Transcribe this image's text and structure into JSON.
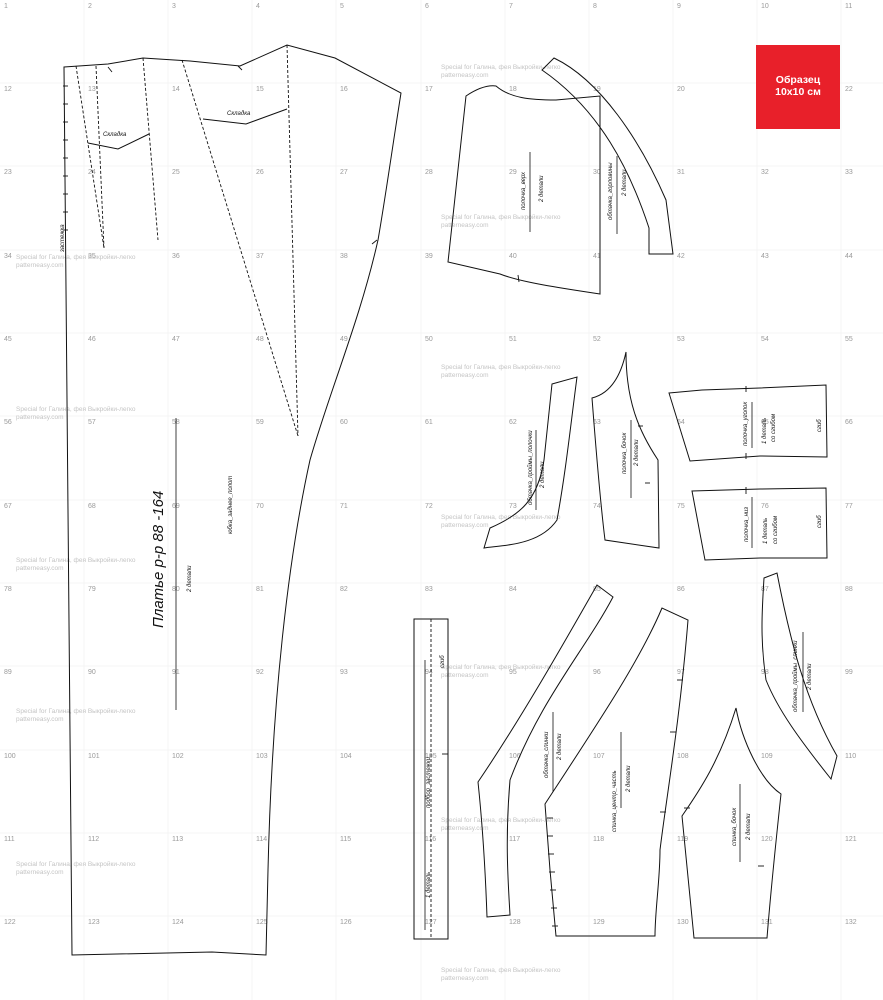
{
  "grid": {
    "numbers": [
      "1",
      "2",
      "3",
      "4",
      "5",
      "6",
      "7",
      "8",
      "9",
      "10",
      "11",
      "12",
      "13",
      "14",
      "15",
      "16",
      "17",
      "18",
      "19",
      "20",
      "21",
      "22",
      "23",
      "24",
      "25",
      "26",
      "27",
      "28",
      "29",
      "30",
      "31",
      "32",
      "33",
      "34",
      "35",
      "36",
      "37",
      "38",
      "39",
      "40",
      "41",
      "42",
      "43",
      "44",
      "45",
      "46",
      "47",
      "48",
      "49",
      "50",
      "51",
      "52",
      "53",
      "54",
      "55",
      "56",
      "57",
      "58",
      "59",
      "60",
      "61",
      "62",
      "63",
      "64",
      "65",
      "66",
      "67",
      "68",
      "69",
      "70",
      "71",
      "72",
      "73",
      "74",
      "75",
      "76",
      "77",
      "78",
      "79",
      "80",
      "81",
      "82",
      "83",
      "84",
      "85",
      "86",
      "87",
      "88",
      "89",
      "90",
      "91",
      "92",
      "93",
      "94",
      "95",
      "96",
      "97",
      "98",
      "99",
      "100",
      "101",
      "102",
      "103",
      "104",
      "105",
      "106",
      "107",
      "108",
      "109",
      "110",
      "111",
      "112",
      "113",
      "114",
      "115",
      "116",
      "117",
      "118",
      "119",
      "120",
      "121",
      "122",
      "123",
      "124",
      "125",
      "126",
      "127",
      "128",
      "129",
      "130",
      "131",
      "132"
    ]
  },
  "watermark": {
    "line1": "Special for Галина, фея Выкройки-легко",
    "line2": "patterneasy.com"
  },
  "sample": {
    "line1": "Образец",
    "line2": "10x10 см",
    "color": "#e8202a"
  },
  "title": "Платье р-р 88 -164",
  "labels": {
    "skirt": "юбка_заднее_полот",
    "skirt_count": "2 детали",
    "fold1": "Складка",
    "fold2": "Складка",
    "placket": "застежка",
    "bodice_top": "полочка_верх",
    "bodice_top_count": "2 детали",
    "neck_facing": "обтачка_горловины",
    "neck_facing_count": "2 детали",
    "front_armhole_facing": "обтачка_проймы_полочки",
    "front_armhole_facing_count": "2 детали",
    "front_side": "полочка_бочок",
    "front_side_count": "2 детали",
    "bottom_top_piece": "полочка_уголок",
    "bottom_top_piece_desc1": "1 деталь",
    "bottom_top_piece_desc2": "со сгибом",
    "bottom_top_fold": "сгиб",
    "front_middle": "полочка_низ",
    "front_middle_desc1": "1 деталь",
    "front_middle_desc2": "со сгибом",
    "front_middle_fold": "сгиб",
    "placket_strip": "подбор_застежки",
    "placket_strip_count": "1 деталь",
    "placket_strip_fold": "сгиб",
    "back_facing": "обтачка_спинки",
    "back_facing_count": "2 детали",
    "back_center": "спинка_центр_часть",
    "back_center_count": "2 детали",
    "back_armhole_facing": "обтачка_проймы_спинки",
    "back_armhole_facing_count": "2 детали",
    "back_side": "спинка_бочок",
    "back_side_count": "2 детали"
  }
}
